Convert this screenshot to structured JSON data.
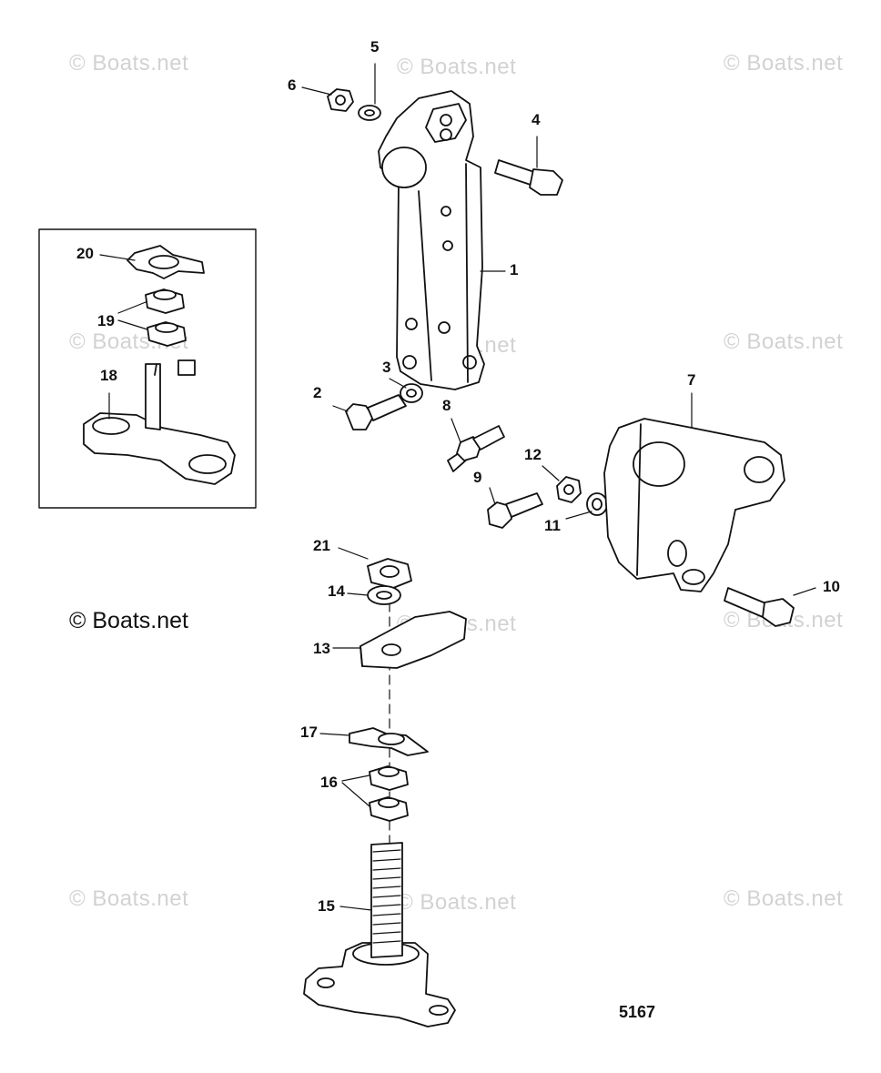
{
  "watermark": "© Boats.net",
  "brand_text": "© Boats.net",
  "drawing_number": "5167",
  "callouts": [
    "1",
    "2",
    "3",
    "4",
    "5",
    "6",
    "7",
    "8",
    "9",
    "10",
    "11",
    "12",
    "13",
    "14",
    "15",
    "16",
    "17",
    "18",
    "19",
    "20",
    "21"
  ],
  "colors": {
    "line": "#111111",
    "watermark": "#d2d2d2",
    "background": "#ffffff"
  }
}
